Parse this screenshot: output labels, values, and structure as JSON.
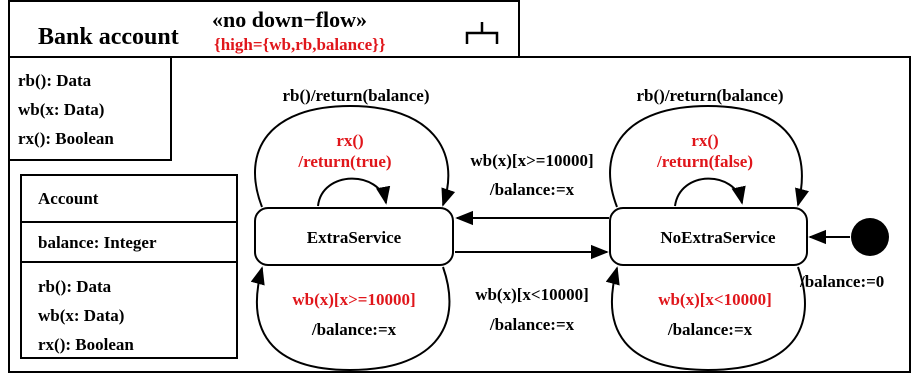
{
  "header": {
    "title": "Bank account",
    "stereotype": "«no down−flow»",
    "constraint": "{high={wb,rb,balance}}"
  },
  "interface_box": {
    "lines": [
      "rb(): Data",
      "wb(x: Data)",
      "rx(): Boolean"
    ]
  },
  "class_box": {
    "name": "Account",
    "attribute": "balance: Integer",
    "operations": [
      "rb(): Data",
      "wb(x: Data)",
      "rx(): Boolean"
    ]
  },
  "states": {
    "left": "ExtraService",
    "right": "NoExtraService"
  },
  "transitions": {
    "left_top_outer": "rb()/return(balance)",
    "left_top_inner": [
      "rx()",
      "/return(true)"
    ],
    "left_bottom": [
      "wb(x)[x>=10000]",
      "/balance:=x"
    ],
    "right_top_outer": "rb()/return(balance)",
    "right_top_inner": [
      "rx()",
      "/return(false)"
    ],
    "right_bottom": [
      "wb(x)[x<10000]",
      "/balance:=x"
    ],
    "middle_top": [
      "wb(x)[x>=10000]",
      "/balance:=x"
    ],
    "middle_bottom": [
      "wb(x)[x<10000]",
      "/balance:=x"
    ],
    "initial": "/balance:=0"
  },
  "colors": {
    "highlight": "#e0161b",
    "ink": "#000000"
  }
}
